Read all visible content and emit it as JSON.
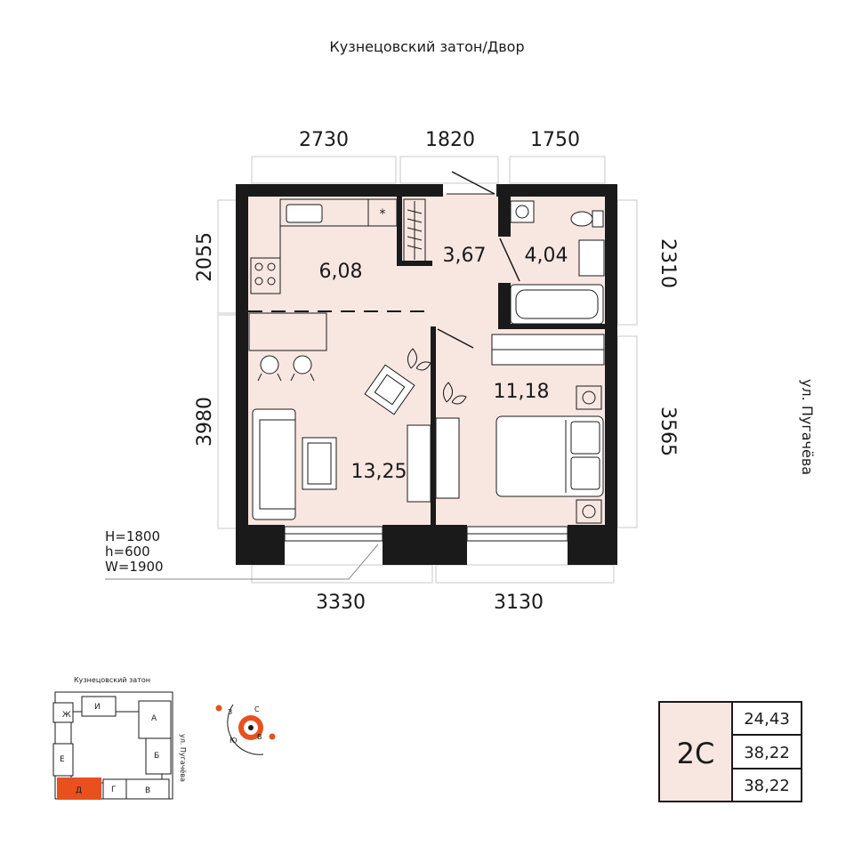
{
  "top_label": "Кузнецовский затон/Двор",
  "side_label": "ул. Пугачёва",
  "dimensions": {
    "top": [
      "2730",
      "1820",
      "1750"
    ],
    "left": [
      "2055",
      "3980"
    ],
    "right": [
      "2310",
      "3565"
    ],
    "bottom": [
      "3330",
      "3130"
    ]
  },
  "rooms": {
    "kitchen": "6,08",
    "hall": "3,67",
    "bathroom": "4,04",
    "living": "13,25",
    "bedroom": "11,18"
  },
  "window_note": [
    "H=1800",
    "h=600",
    "W=1900"
  ],
  "mini_plan": {
    "title": "Кузнецовский затон",
    "street": "ул. Пугачёва",
    "sections": [
      "Ж",
      "И",
      "А",
      "Е",
      "Б",
      "Д",
      "Г",
      "В"
    ],
    "highlight": "Д"
  },
  "compass": {
    "labels": [
      "З",
      "С",
      "Ю",
      "В"
    ]
  },
  "apartment": {
    "type": "2С",
    "areas": [
      "24,43",
      "38,22",
      "38,22"
    ]
  },
  "colors": {
    "accent": "#e8501e",
    "room_fill": "#f8e7e1",
    "wall": "#1a1a1a"
  }
}
